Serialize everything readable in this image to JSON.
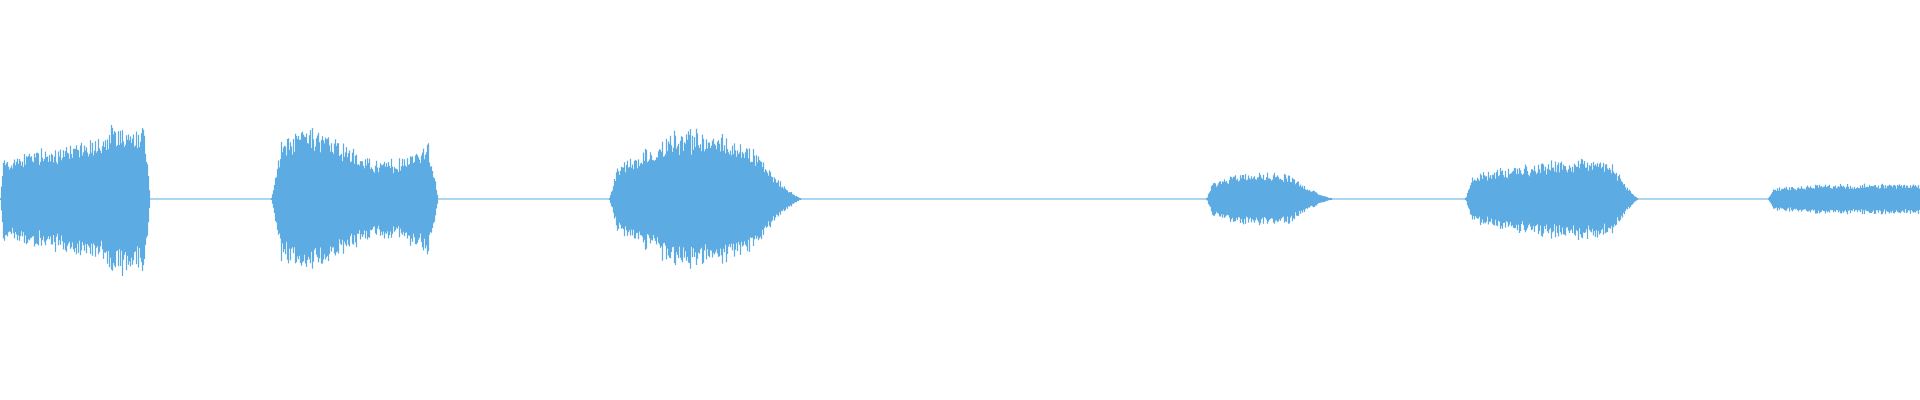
{
  "waveform": {
    "color": "#5dabe3",
    "segments": [
      {
        "kind": "sound",
        "start": 0.0,
        "end": 0.078,
        "peak": 0.68,
        "shape": "rising-bursty"
      },
      {
        "kind": "sound",
        "start": 0.141,
        "end": 0.228,
        "peak": 0.63,
        "shape": "bursty"
      },
      {
        "kind": "sound",
        "start": 0.317,
        "end": 0.417,
        "peak": 0.63,
        "shape": "bell"
      },
      {
        "kind": "sound",
        "start": 0.628,
        "end": 0.694,
        "peak": 0.25,
        "shape": "bell-soft"
      },
      {
        "kind": "sound",
        "start": 0.763,
        "end": 0.853,
        "peak": 0.37,
        "shape": "rising-bell"
      },
      {
        "kind": "sound",
        "start": 0.921,
        "end": 1.0,
        "peak": 0.14,
        "shape": "flat"
      }
    ]
  }
}
